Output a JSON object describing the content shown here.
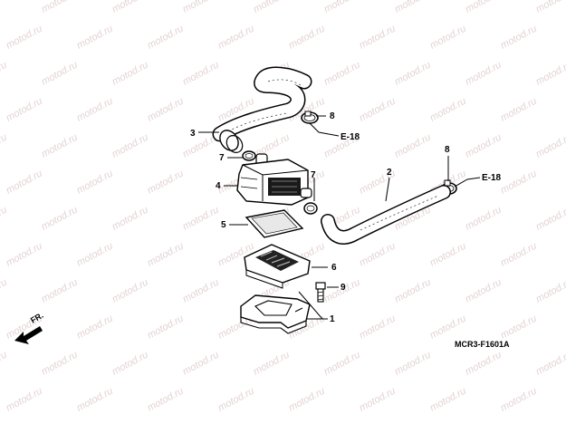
{
  "watermark_text": "motod.ru",
  "callouts": {
    "c1": "1",
    "c2": "2",
    "c3": "3",
    "c4": "4",
    "c5": "5",
    "c6": "6",
    "c7a": "7",
    "c7b": "7",
    "c8a": "8",
    "c8b": "8",
    "c9": "9"
  },
  "refs": {
    "r1": "E-18",
    "r2": "E-18"
  },
  "direction_label": "FR.",
  "diagram_code": "MCR3-F1601A"
}
